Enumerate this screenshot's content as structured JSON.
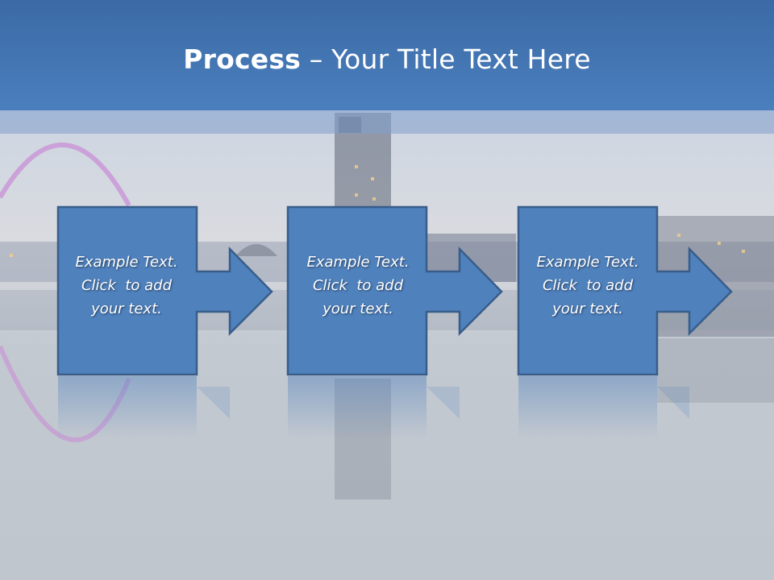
{
  "slide": {
    "title_bold": "Process",
    "title_rest": " – Your Title Text Here"
  },
  "steps": [
    {
      "line1": "Example Text.",
      "line2": "Click  to add",
      "line3": "your text."
    },
    {
      "line1": "Example Text.",
      "line2": "Click  to add",
      "line3": "your text."
    },
    {
      "line1": "Example Text.",
      "line2": "Click  to add",
      "line3": "your text."
    }
  ],
  "colors": {
    "title_bar": "#4a7fbd",
    "shape_fill": "#4f81bd",
    "shape_border": "#385d8a"
  }
}
